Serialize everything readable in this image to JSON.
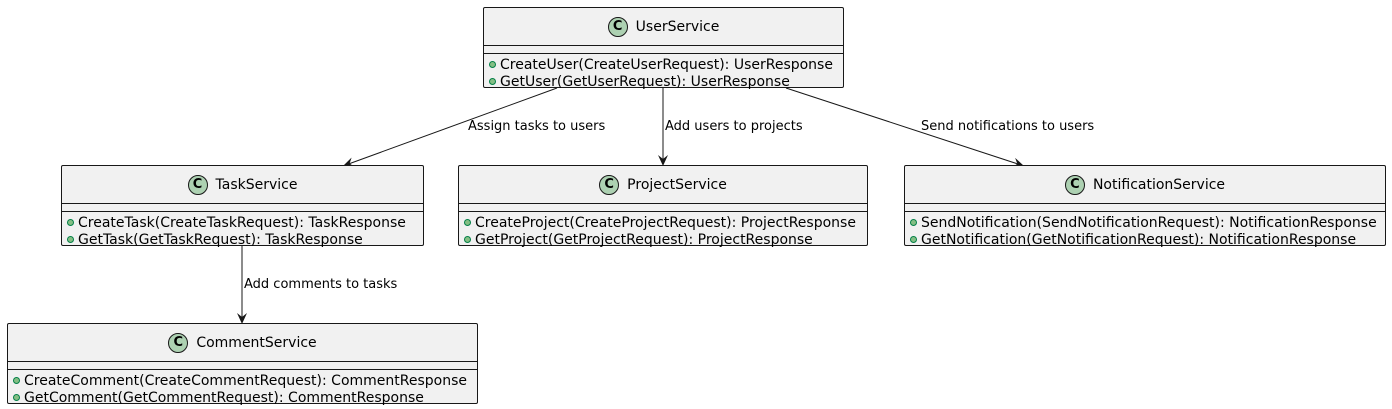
{
  "classes": {
    "user": {
      "name": "UserService",
      "icon": "C",
      "methods": [
        "CreateUser(CreateUserRequest): UserResponse",
        "GetUser(GetUserRequest): UserResponse"
      ]
    },
    "task": {
      "name": "TaskService",
      "icon": "C",
      "methods": [
        "CreateTask(CreateTaskRequest): TaskResponse",
        "GetTask(GetTaskRequest): TaskResponse"
      ]
    },
    "project": {
      "name": "ProjectService",
      "icon": "C",
      "methods": [
        "CreateProject(CreateProjectRequest): ProjectResponse",
        "GetProject(GetProjectRequest): ProjectResponse"
      ]
    },
    "notification": {
      "name": "NotificationService",
      "icon": "C",
      "methods": [
        "SendNotification(SendNotificationRequest): NotificationResponse",
        "GetNotification(GetNotificationRequest): NotificationResponse"
      ]
    },
    "comment": {
      "name": "CommentService",
      "icon": "C",
      "methods": [
        "CreateComment(CreateCommentRequest): CommentResponse",
        "GetComment(GetCommentRequest): CommentResponse"
      ]
    }
  },
  "edges": {
    "user_task": "Assign tasks to users",
    "user_project": "Add users to projects",
    "user_notification": "Send notifications to users",
    "task_comment": "Add comments to tasks"
  },
  "colors": {
    "class_fill": "#f1f1f1",
    "class_border": "#181818",
    "class_icon": "#add1b2",
    "visibility_public": "#84be84",
    "edge": "#181818"
  }
}
